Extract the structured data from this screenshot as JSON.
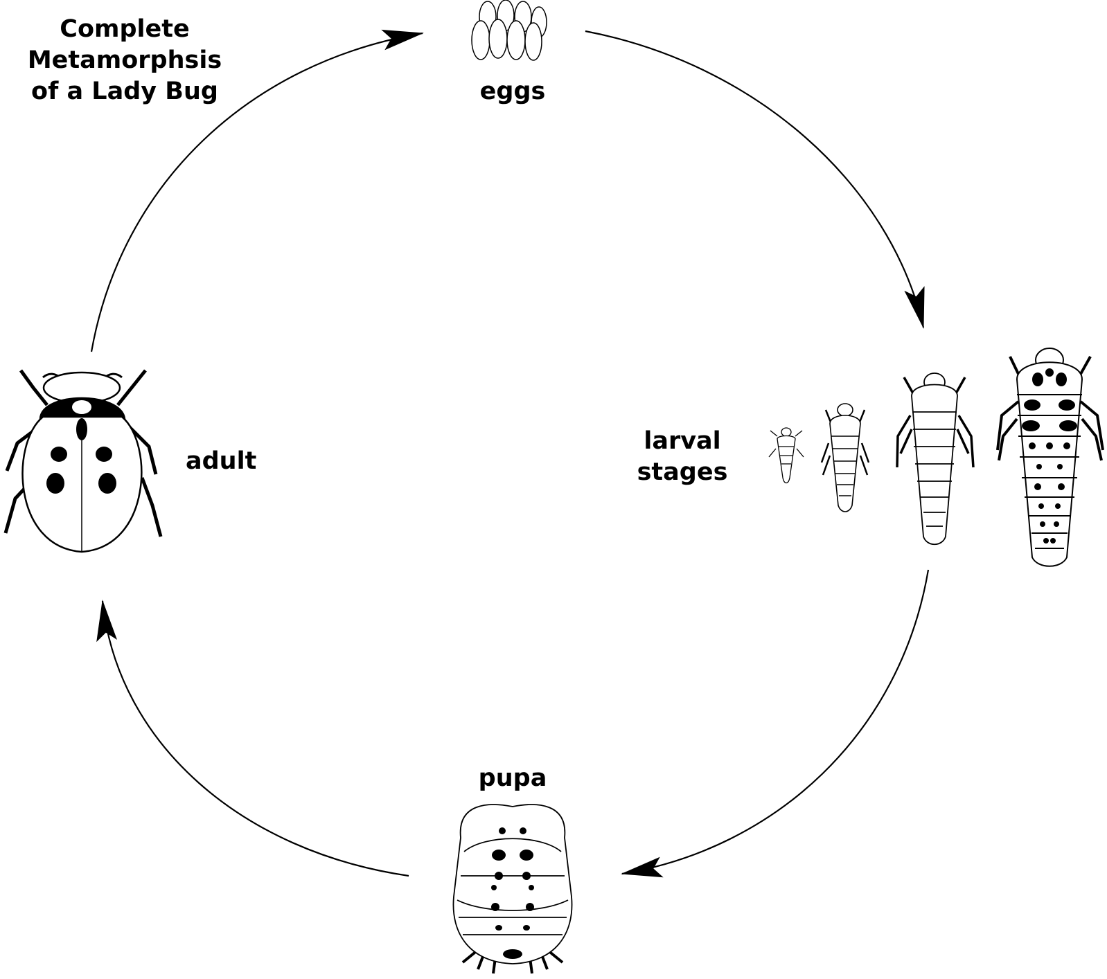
{
  "title": {
    "lines": [
      "Complete",
      "Metamorphsis",
      "of a Lady Bug"
    ]
  },
  "stages": {
    "eggs": "eggs",
    "larval": [
      "larval",
      "stages"
    ],
    "pupa": "pupa",
    "adult": "adult"
  },
  "colors": {
    "ink": "#000000",
    "paper": "#ffffff"
  }
}
